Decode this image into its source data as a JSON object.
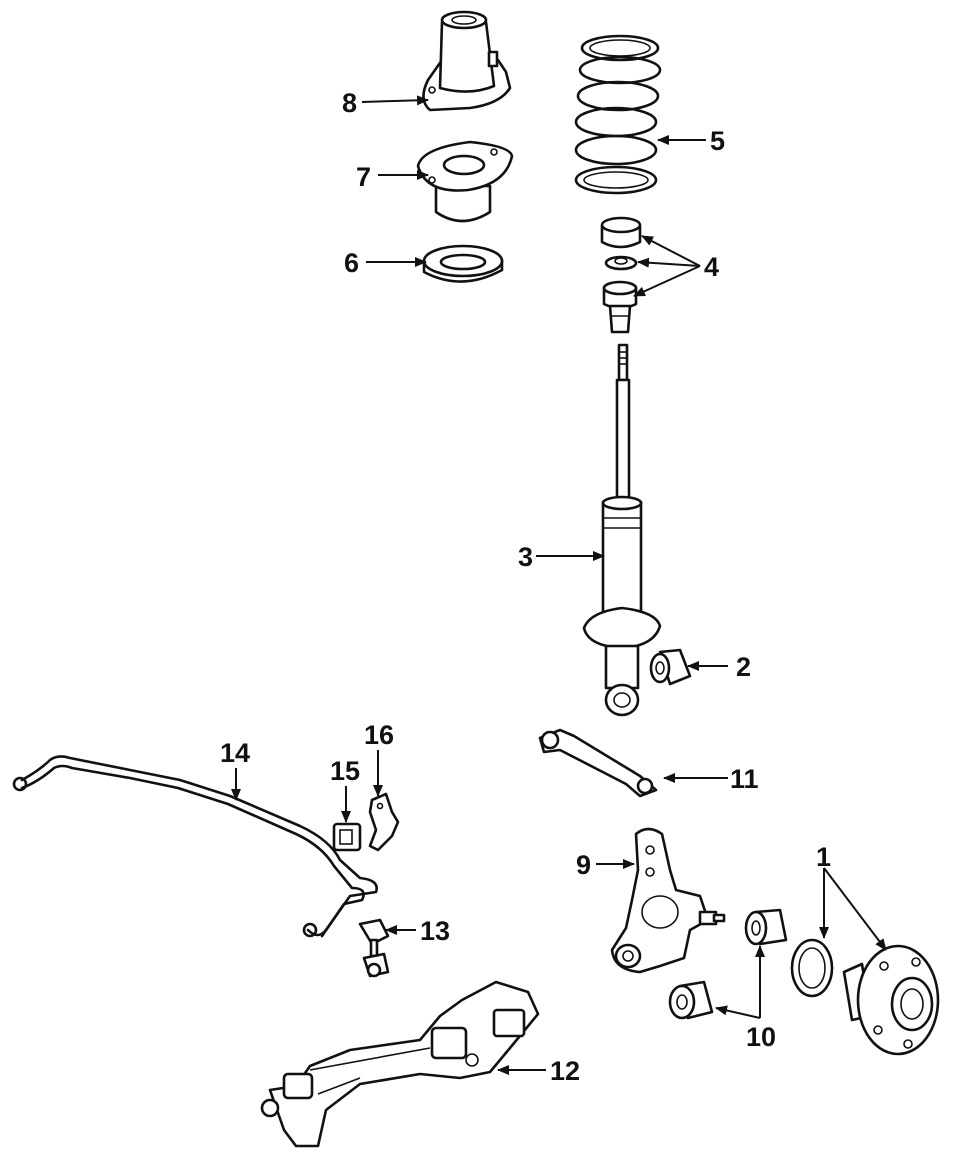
{
  "diagram": {
    "callouts": [
      "1",
      "2",
      "3",
      "4",
      "5",
      "6",
      "7",
      "8",
      "9",
      "10",
      "11",
      "12",
      "13",
      "14",
      "15",
      "16"
    ],
    "colors": {
      "line": "#111111",
      "background": "#ffffff"
    }
  }
}
